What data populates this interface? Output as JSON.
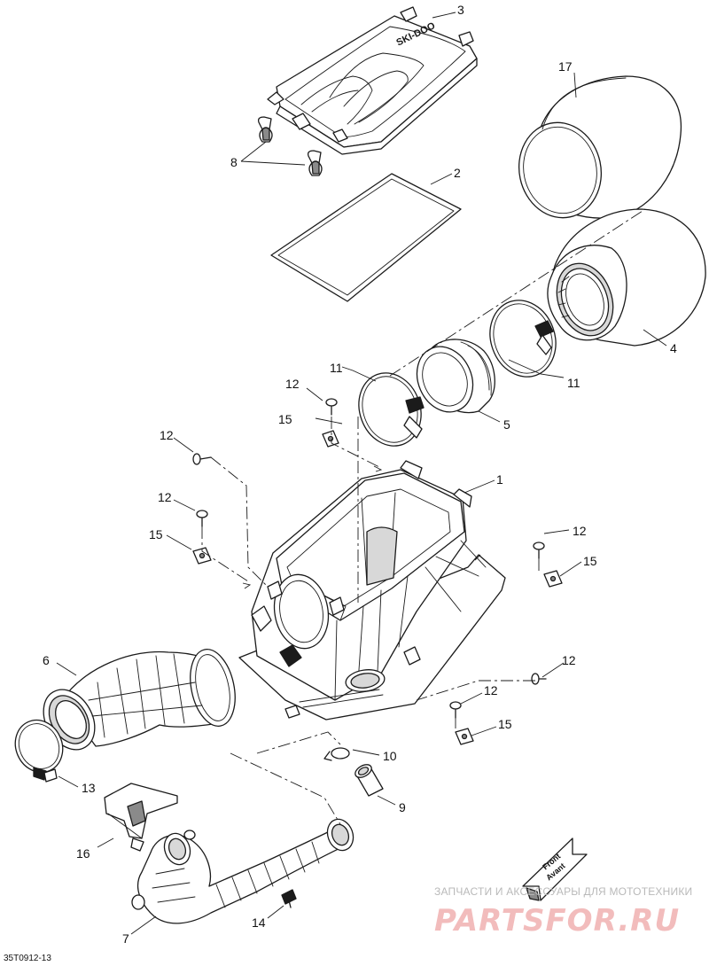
{
  "diagram": {
    "drawing_code": "35T0912-13",
    "watermark_line1": "ЗАПЧАСТИ И АКСЕССУАРЫ ДЛЯ МОТОТЕХНИКИ",
    "watermark_line2": "PARTSFOR.RU",
    "front_label_line1": "Front",
    "front_label_line2": "Avant",
    "callouts": {
      "c1": "1",
      "c2": "2",
      "c3": "3",
      "c4": "4",
      "c5": "5",
      "c6": "6",
      "c7": "7",
      "c8": "8",
      "c9": "9",
      "c10": "10",
      "c11a": "11",
      "c11b": "11",
      "c12a": "12",
      "c12b": "12",
      "c12c": "12",
      "c12d": "12",
      "c12e": "12",
      "c12f": "12",
      "c13": "13",
      "c14": "14",
      "c15a": "15",
      "c15b": "15",
      "c15c": "15",
      "c15d": "15",
      "c16": "16",
      "c17": "17"
    }
  }
}
